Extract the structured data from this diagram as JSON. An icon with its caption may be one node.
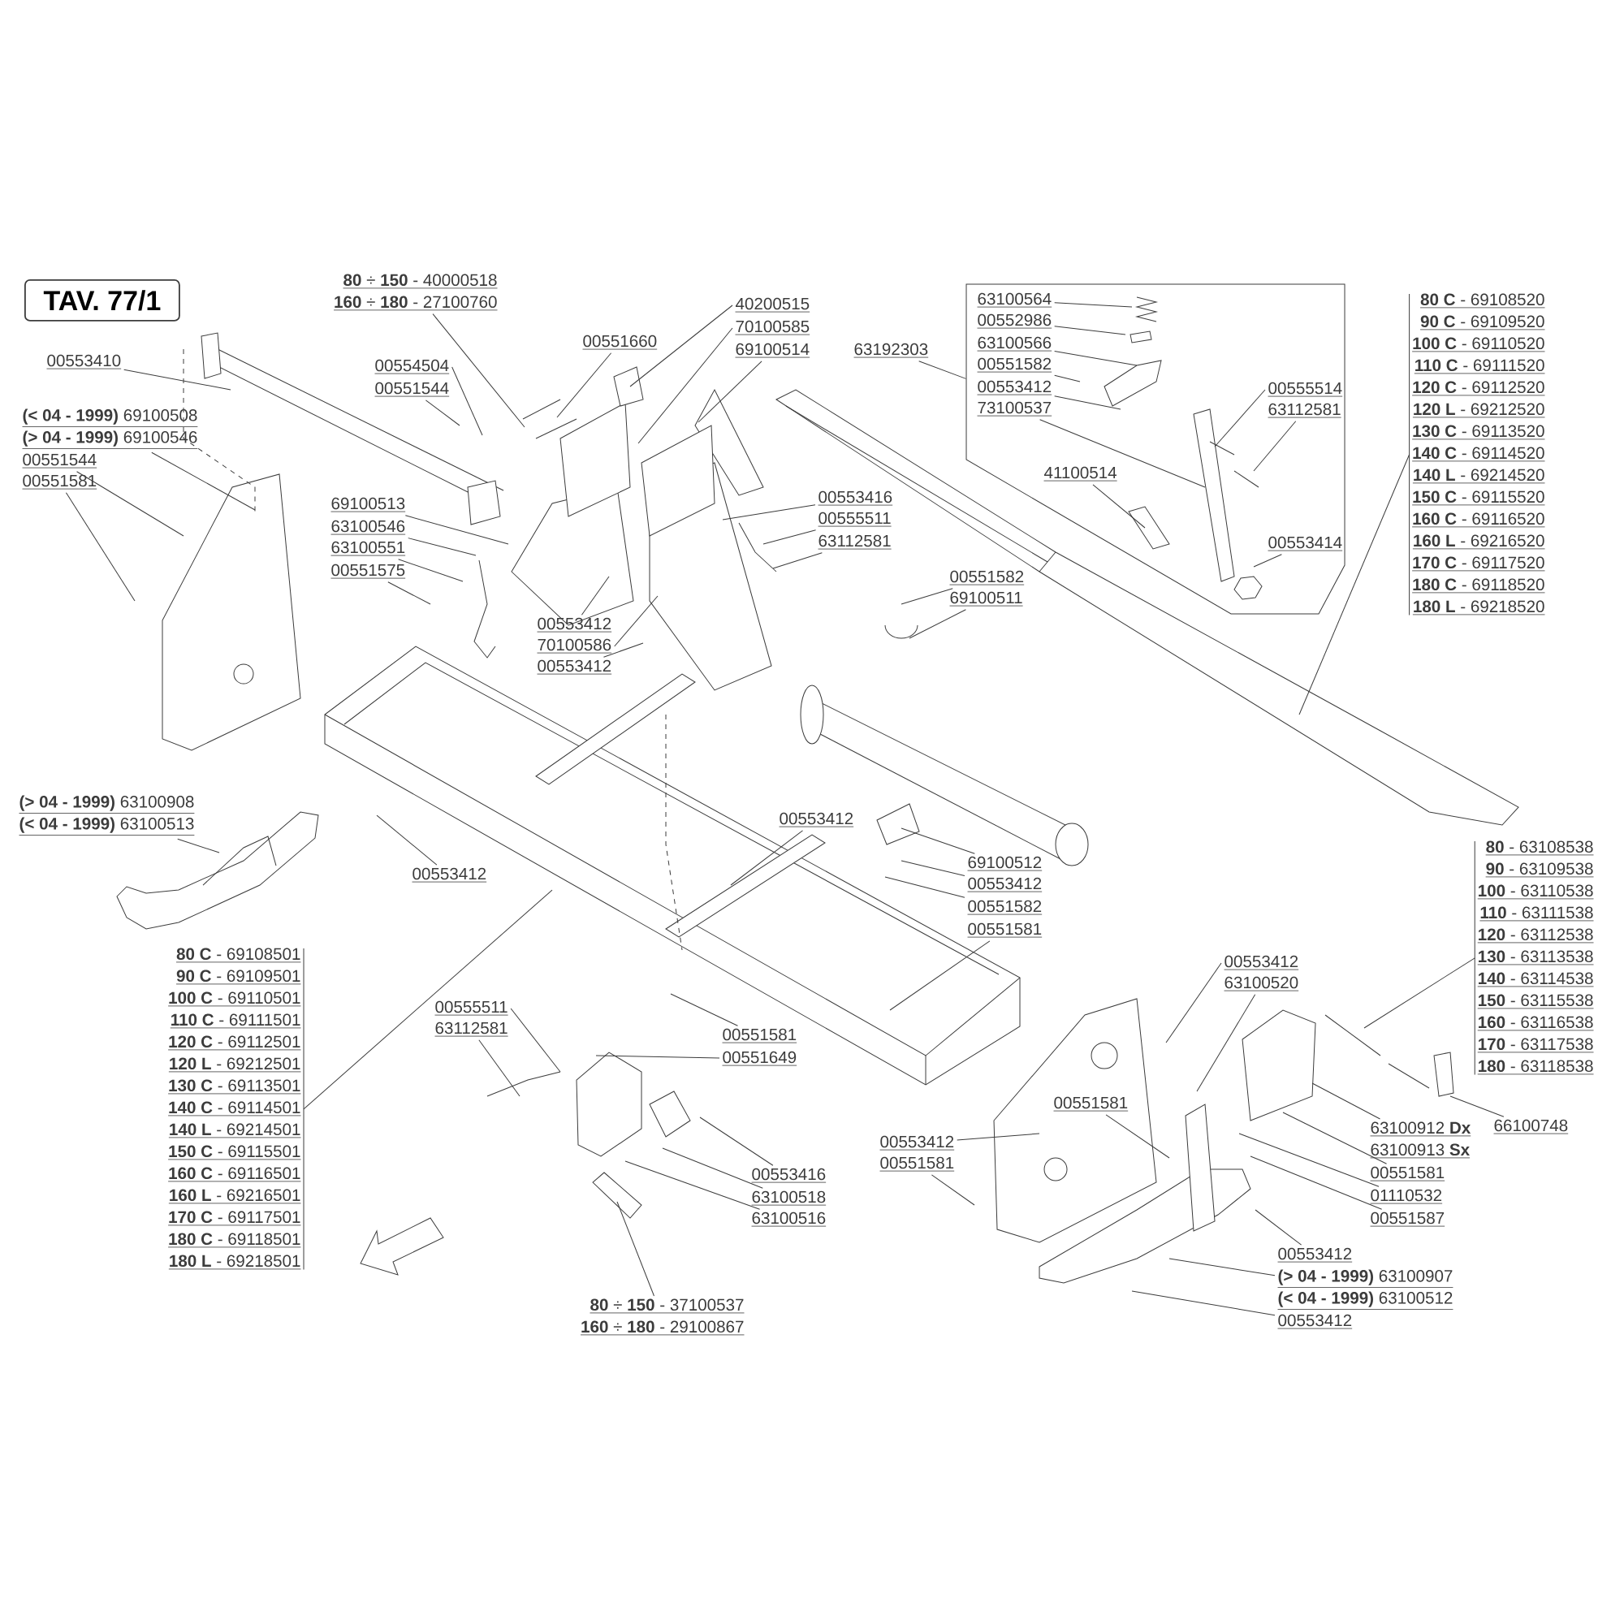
{
  "diagram": {
    "nodes": [
      {
        "text": [
          "TAV. 77/1"
        ]
      },
      {
        "text": [
          "00553410"
        ]
      },
      {
        "text": [
          "**(< 04 - 1999)** 69100508",
          "**(> 04 - 1999)** 69100546"
        ]
      },
      {
        "text": [
          "00551544"
        ]
      },
      {
        "text": [
          "00551581"
        ]
      },
      {
        "text": [
          "**80** ÷ **150** - 40000518",
          "**160** ÷ **180** - 27100760"
        ]
      },
      {
        "text": [
          "00554504"
        ]
      },
      {
        "text": [
          "00551544"
        ]
      },
      {
        "text": [
          "00551660"
        ]
      },
      {
        "text": [
          "40200515"
        ]
      },
      {
        "text": [
          "70100585"
        ]
      },
      {
        "text": [
          "69100514"
        ]
      },
      {
        "text": [
          "69100513"
        ]
      },
      {
        "text": [
          "63100546"
        ]
      },
      {
        "text": [
          "63100551"
        ]
      },
      {
        "text": [
          "00551575"
        ]
      },
      {
        "text": [
          "00553412"
        ]
      },
      {
        "text": [
          "70100586"
        ]
      },
      {
        "text": [
          "00553412"
        ]
      },
      {
        "text": [
          "00553416"
        ]
      },
      {
        "text": [
          "00555511"
        ]
      },
      {
        "text": [
          "63112581"
        ]
      },
      {
        "text": [
          "63192303"
        ]
      },
      {
        "text": [],
        "shape": "box"
      },
      {
        "text": [
          "63100564"
        ],
        "in": 23
      },
      {
        "text": [
          "00552986"
        ],
        "in": 23
      },
      {
        "text": [
          "63100566"
        ],
        "in": 23
      },
      {
        "text": [
          "00551582"
        ],
        "in": 23
      },
      {
        "text": [
          "00553412"
        ],
        "in": 23
      },
      {
        "text": [
          "73100537"
        ],
        "in": 23
      },
      {
        "text": [
          "41100514"
        ],
        "in": 23
      },
      {
        "text": [
          "00555514"
        ],
        "in": 23
      },
      {
        "text": [
          "63112581"
        ],
        "in": 23
      },
      {
        "text": [
          "00553414"
        ],
        "in": 23
      },
      {
        "text": [
          "00551582"
        ]
      },
      {
        "text": [
          "69100511"
        ]
      },
      {
        "text": [
          "**80 C** - 69108520",
          "**90 C** - 69109520",
          "**100 C** - 69110520",
          "**110 C** - 69111520",
          "**120 C** - 69112520",
          "**120 L** - 69212520",
          "**130 C** - 69113520",
          "**140 C** - 69114520",
          "**140 L** - 69214520",
          "**150 C** - 69115520",
          "**160 C** - 69116520",
          "**160 L** - 69216520",
          "**170 C** - 69117520",
          "**180 C** - 69118520",
          "**180 L** - 69218520"
        ]
      },
      {
        "text": [
          "**(> 04 - 1999)** 63100908",
          "**(< 04 - 1999)** 63100513"
        ]
      },
      {
        "text": [
          "00553412"
        ]
      },
      {
        "text": [
          "**80 C** - 69108501",
          "**90 C** - 69109501",
          "**100 C** - 69110501",
          "**110 C** - 69111501",
          "**120 C** - 69112501",
          "**120 L** - 69212501",
          "**130 C** - 69113501",
          "**140 C** - 69114501",
          "**140 L** - 69214501",
          "**150 C** - 69115501",
          "**160 C** - 69116501",
          "**160 L** - 69216501",
          "**170 C** - 69117501",
          "**180 C** - 69118501",
          "**180 L** - 69218501"
        ]
      },
      {
        "text": [
          "00553412"
        ]
      },
      {
        "text": [
          "69100512"
        ]
      },
      {
        "text": [
          "00553412"
        ]
      },
      {
        "text": [
          "00551582"
        ]
      },
      {
        "text": [
          "00551581"
        ]
      },
      {
        "text": [
          "00555511"
        ]
      },
      {
        "text": [
          "63112581"
        ]
      },
      {
        "text": [
          "00551581"
        ]
      },
      {
        "text": [
          "00551649"
        ]
      },
      {
        "text": [
          "00553416"
        ]
      },
      {
        "text": [
          "63100518"
        ]
      },
      {
        "text": [
          "63100516"
        ]
      },
      {
        "text": [
          "**80** ÷ **150** - 37100537",
          "**160** ÷ **180** - 29100867"
        ]
      },
      {
        "text": [
          "00553412"
        ]
      },
      {
        "text": [
          "63100520"
        ]
      },
      {
        "text": [
          "**80** - 63108538",
          "**90** - 63109538",
          "**100** - 63110538",
          "**110** - 63111538",
          "**120** - 63112538",
          "**130** - 63113538",
          "**140** - 63114538",
          "**150** - 63115538",
          "**160** - 63116538",
          "**170** - 63117538",
          "**180** - 63118538"
        ]
      },
      {
        "text": [
          "00551581"
        ]
      },
      {
        "text": [
          "00553412"
        ]
      },
      {
        "text": [
          "00551581"
        ]
      },
      {
        "text": [
          "63100912 **Dx**",
          "63100913 **Sx**"
        ]
      },
      {
        "text": [
          "66100748"
        ]
      },
      {
        "text": [
          "00551581"
        ]
      },
      {
        "text": [
          "01110532"
        ]
      },
      {
        "text": [
          "00551587"
        ]
      },
      {
        "text": [
          "00553412"
        ]
      },
      {
        "text": [
          "**(> 04 - 1999)** 63100907",
          "**(< 04 - 1999)** 63100512"
        ]
      },
      {
        "text": [
          "00553412"
        ]
      }
    ],
    "edges": [
      {
        "from": 1,
        "to": null,
        "arrow": "none"
      },
      {
        "from": 2,
        "to": null,
        "arrow": "none"
      },
      {
        "from": 3,
        "to": null,
        "arrow": "none"
      },
      {
        "from": 4,
        "to": null,
        "arrow": "none"
      },
      {
        "from": 5,
        "to": null,
        "arrow": "none"
      },
      {
        "from": 6,
        "to": null,
        "arrow": "none"
      },
      {
        "from": 7,
        "to": null,
        "arrow": "none"
      },
      {
        "from": 8,
        "to": null,
        "arrow": "none"
      },
      {
        "from": 9,
        "to": null,
        "arrow": "none"
      },
      {
        "from": 10,
        "to": null,
        "arrow": "none"
      },
      {
        "from": 11,
        "to": null,
        "arrow": "none"
      },
      {
        "from": 12,
        "to": null,
        "arrow": "none"
      },
      {
        "from": 13,
        "to": null,
        "arrow": "none"
      },
      {
        "from": 14,
        "to": null,
        "arrow": "none"
      },
      {
        "from": 15,
        "to": null,
        "arrow": "none"
      },
      {
        "from": 16,
        "to": null,
        "arrow": "none"
      },
      {
        "from": 17,
        "to": null,
        "arrow": "none"
      },
      {
        "from": 18,
        "to": null,
        "arrow": "none"
      },
      {
        "from": 19,
        "to": null,
        "arrow": "none"
      },
      {
        "from": 20,
        "to": null,
        "arrow": "none"
      },
      {
        "from": 21,
        "to": null,
        "arrow": "none"
      },
      {
        "from": 22,
        "to": 23,
        "arrow": "none"
      },
      {
        "from": 24,
        "to": null,
        "arrow": "none"
      },
      {
        "from": 25,
        "to": null,
        "arrow": "none"
      },
      {
        "from": 26,
        "to": null,
        "arrow": "none"
      },
      {
        "from": 27,
        "to": null,
        "arrow": "none"
      },
      {
        "from": 28,
        "to": null,
        "arrow": "none"
      },
      {
        "from": 29,
        "to": null,
        "arrow": "none"
      },
      {
        "from": 30,
        "to": null,
        "arrow": "none"
      },
      {
        "from": 31,
        "to": null,
        "arrow": "none"
      },
      {
        "from": 32,
        "to": null,
        "arrow": "none"
      },
      {
        "from": 33,
        "to": null,
        "arrow": "none"
      },
      {
        "from": 34,
        "to": null,
        "arrow": "none"
      },
      {
        "from": 35,
        "to": null,
        "arrow": "none"
      },
      {
        "from": 36,
        "to": null,
        "arrow": "none"
      },
      {
        "from": 37,
        "to": null,
        "arrow": "none"
      },
      {
        "from": 38,
        "to": null,
        "arrow": "none"
      },
      {
        "from": 39,
        "to": null,
        "arrow": "none"
      },
      {
        "from": 40,
        "to": null,
        "arrow": "none"
      },
      {
        "from": 41,
        "to": null,
        "arrow": "none"
      },
      {
        "from": 42,
        "to": null,
        "arrow": "none"
      },
      {
        "from": 43,
        "to": null,
        "arrow": "none"
      },
      {
        "from": 44,
        "to": null,
        "arrow": "none"
      },
      {
        "from": 45,
        "to": null,
        "arrow": "none"
      },
      {
        "from": 46,
        "to": null,
        "arrow": "none"
      },
      {
        "from": 47,
        "to": null,
        "arrow": "none"
      },
      {
        "from": 48,
        "to": null,
        "arrow": "none"
      },
      {
        "from": 49,
        "to": null,
        "arrow": "none"
      },
      {
        "from": 50,
        "to": null,
        "arrow": "none"
      },
      {
        "from": 51,
        "to": null,
        "arrow": "none"
      },
      {
        "from": 52,
        "to": null,
        "arrow": "none"
      },
      {
        "from": 53,
        "to": null,
        "arrow": "none"
      },
      {
        "from": 54,
        "to": null,
        "arrow": "none"
      },
      {
        "from": 55,
        "to": null,
        "arrow": "none"
      },
      {
        "from": 56,
        "to": null,
        "arrow": "none"
      },
      {
        "from": 57,
        "to": null,
        "arrow": "none"
      },
      {
        "from": 58,
        "to": null,
        "arrow": "none"
      },
      {
        "from": 59,
        "to": null,
        "arrow": "none"
      },
      {
        "from": 60,
        "to": null,
        "arrow": "none"
      },
      {
        "from": 61,
        "to": null,
        "arrow": "none"
      },
      {
        "from": 62,
        "to": null,
        "arrow": "none"
      },
      {
        "from": 63,
        "to": null,
        "arrow": "none"
      },
      {
        "from": 64,
        "to": null,
        "arrow": "none"
      },
      {
        "from": 65,
        "to": null,
        "arrow": "none"
      },
      {
        "from": 66,
        "to": null,
        "arrow": "none"
      }
    ]
  }
}
